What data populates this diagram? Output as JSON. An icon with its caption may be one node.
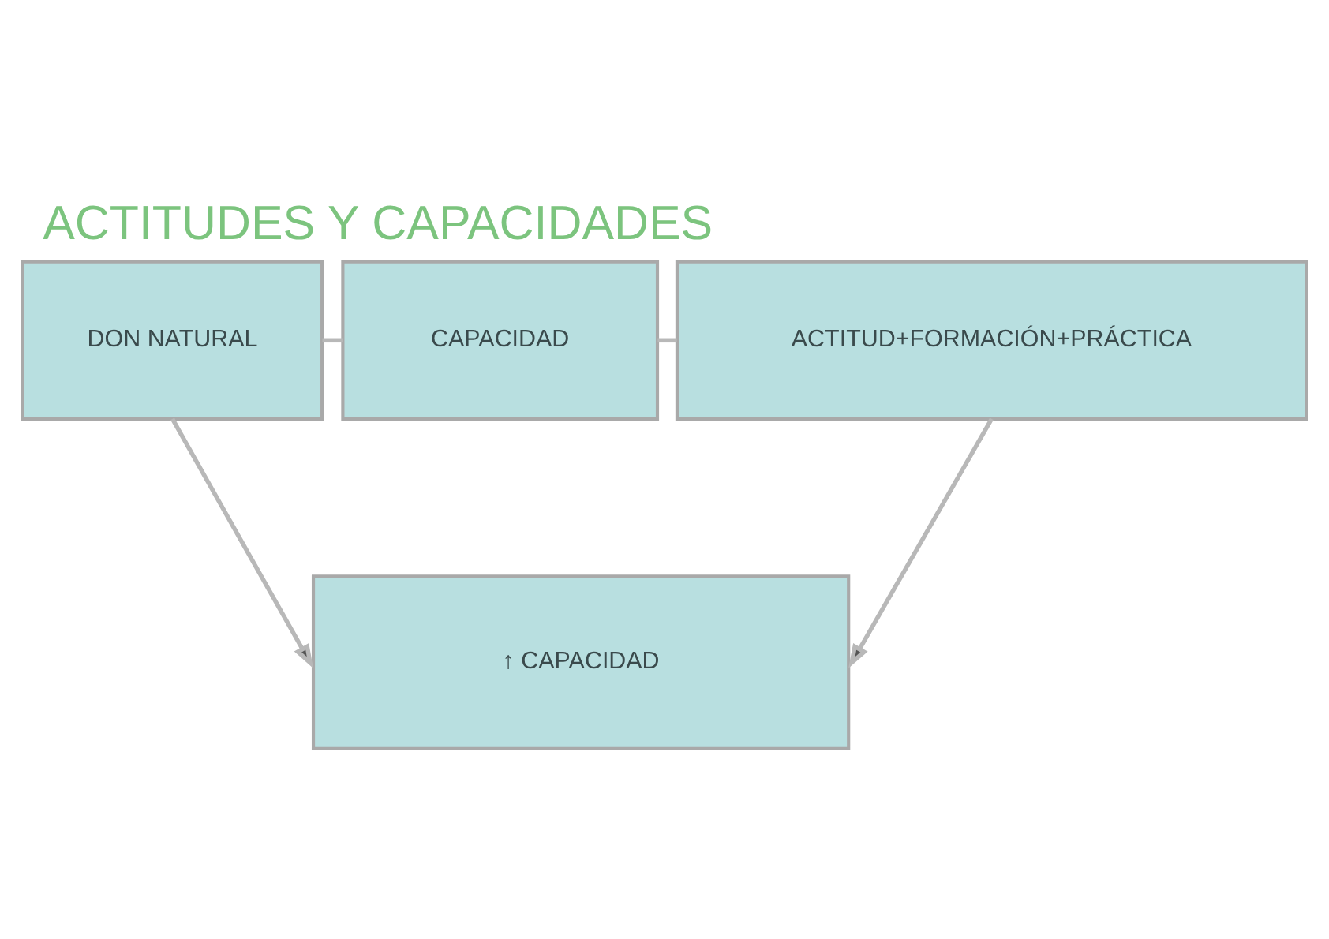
{
  "diagram": {
    "title": "ACTITUDES Y CAPACIDADES",
    "nodes": [
      {
        "text": [
          "DON NATURAL"
        ]
      },
      {
        "text": [
          "CAPACIDAD"
        ]
      },
      {
        "text": [
          "ACTITUD+FORMACIÓN+PRÁCTICA"
        ]
      },
      {
        "text": [
          "↑ CAPACIDAD"
        ]
      }
    ],
    "edges": [
      {
        "from": 0,
        "to": 1,
        "arrow": "none"
      },
      {
        "from": 1,
        "to": 2,
        "arrow": "none"
      },
      {
        "from": 0,
        "to": 3,
        "arrow": "to"
      },
      {
        "from": 2,
        "to": 3,
        "arrow": "to"
      }
    ]
  }
}
